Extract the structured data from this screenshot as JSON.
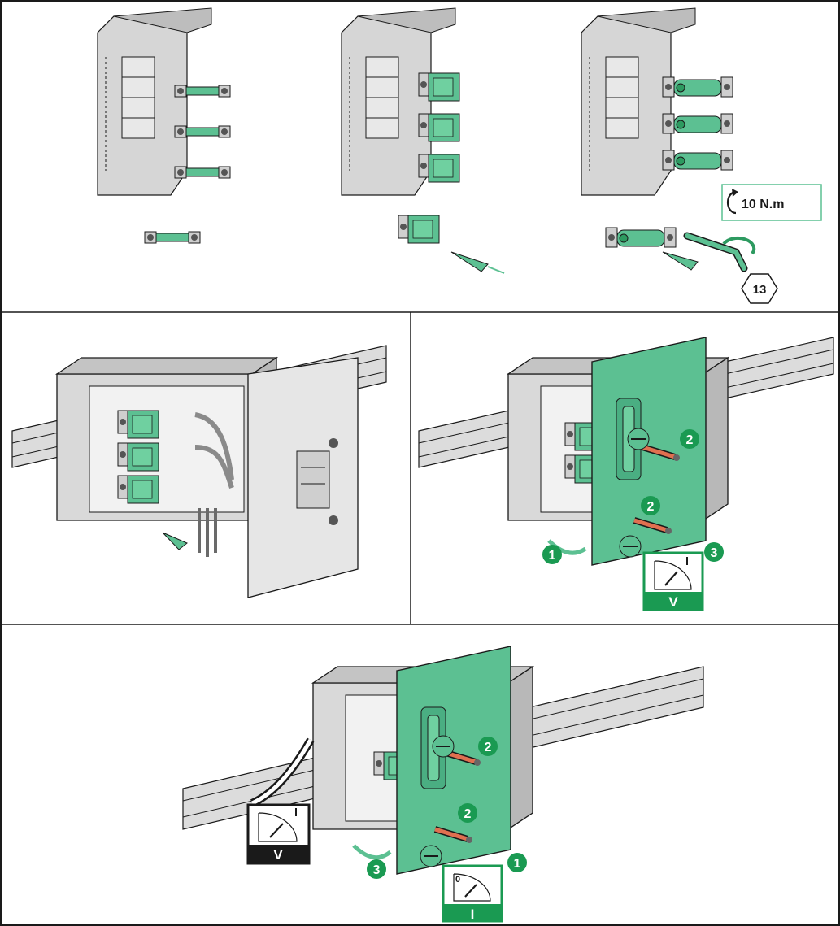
{
  "torque": {
    "value": "10 N.m"
  },
  "hex_tool": {
    "size": "13"
  },
  "steps": {
    "one": "1",
    "two": "2",
    "three": "3"
  },
  "meters": {
    "voltage": "V",
    "current": "I",
    "zero": "0"
  },
  "colors": {
    "accent": "#5cc092",
    "accent_dark": "#1a9a52",
    "metal": "#cfcfcf",
    "metal_dark": "#8a8a8a",
    "outline": "#1a1a1a",
    "black_meter": "#1a1a1a"
  }
}
